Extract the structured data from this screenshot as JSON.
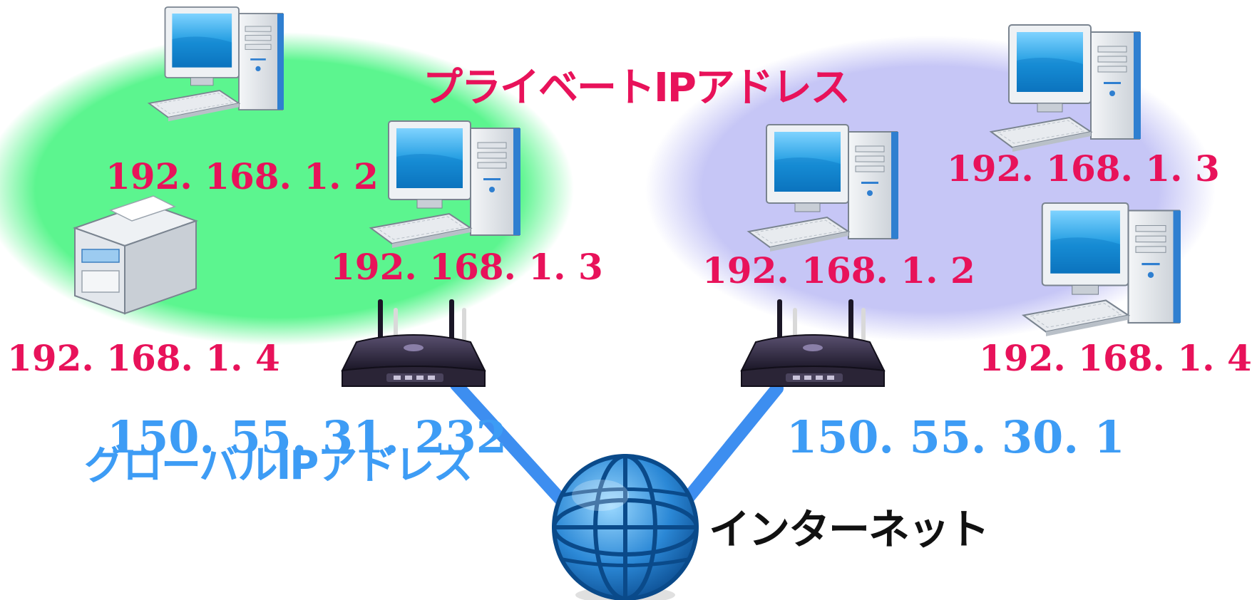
{
  "titles": {
    "private": "プライベートIPアドレス",
    "global": "グローバルIPアドレス",
    "internet": "インターネット"
  },
  "left_network": {
    "color": "#5cf58f",
    "pc_top": "192. 168. 1. 2",
    "pc_mid": "192. 168. 1. 3",
    "printer": "192. 168. 1. 4",
    "router_global": "150. 55. 31. 232"
  },
  "right_network": {
    "color": "#c6c6f6",
    "pc_top": "192. 168. 1. 3",
    "pc_mid": "192. 168. 1. 2",
    "pc_bottom": "192. 168. 1. 4",
    "router_global": "150. 55. 30. 1"
  },
  "colors": {
    "private_text": "#e8125a",
    "global_text": "#3d9cf5",
    "link": "#3d8ef0"
  },
  "icons": [
    "desktop-computer-icon",
    "multifunction-printer-icon",
    "wireless-router-icon",
    "globe-icon"
  ]
}
